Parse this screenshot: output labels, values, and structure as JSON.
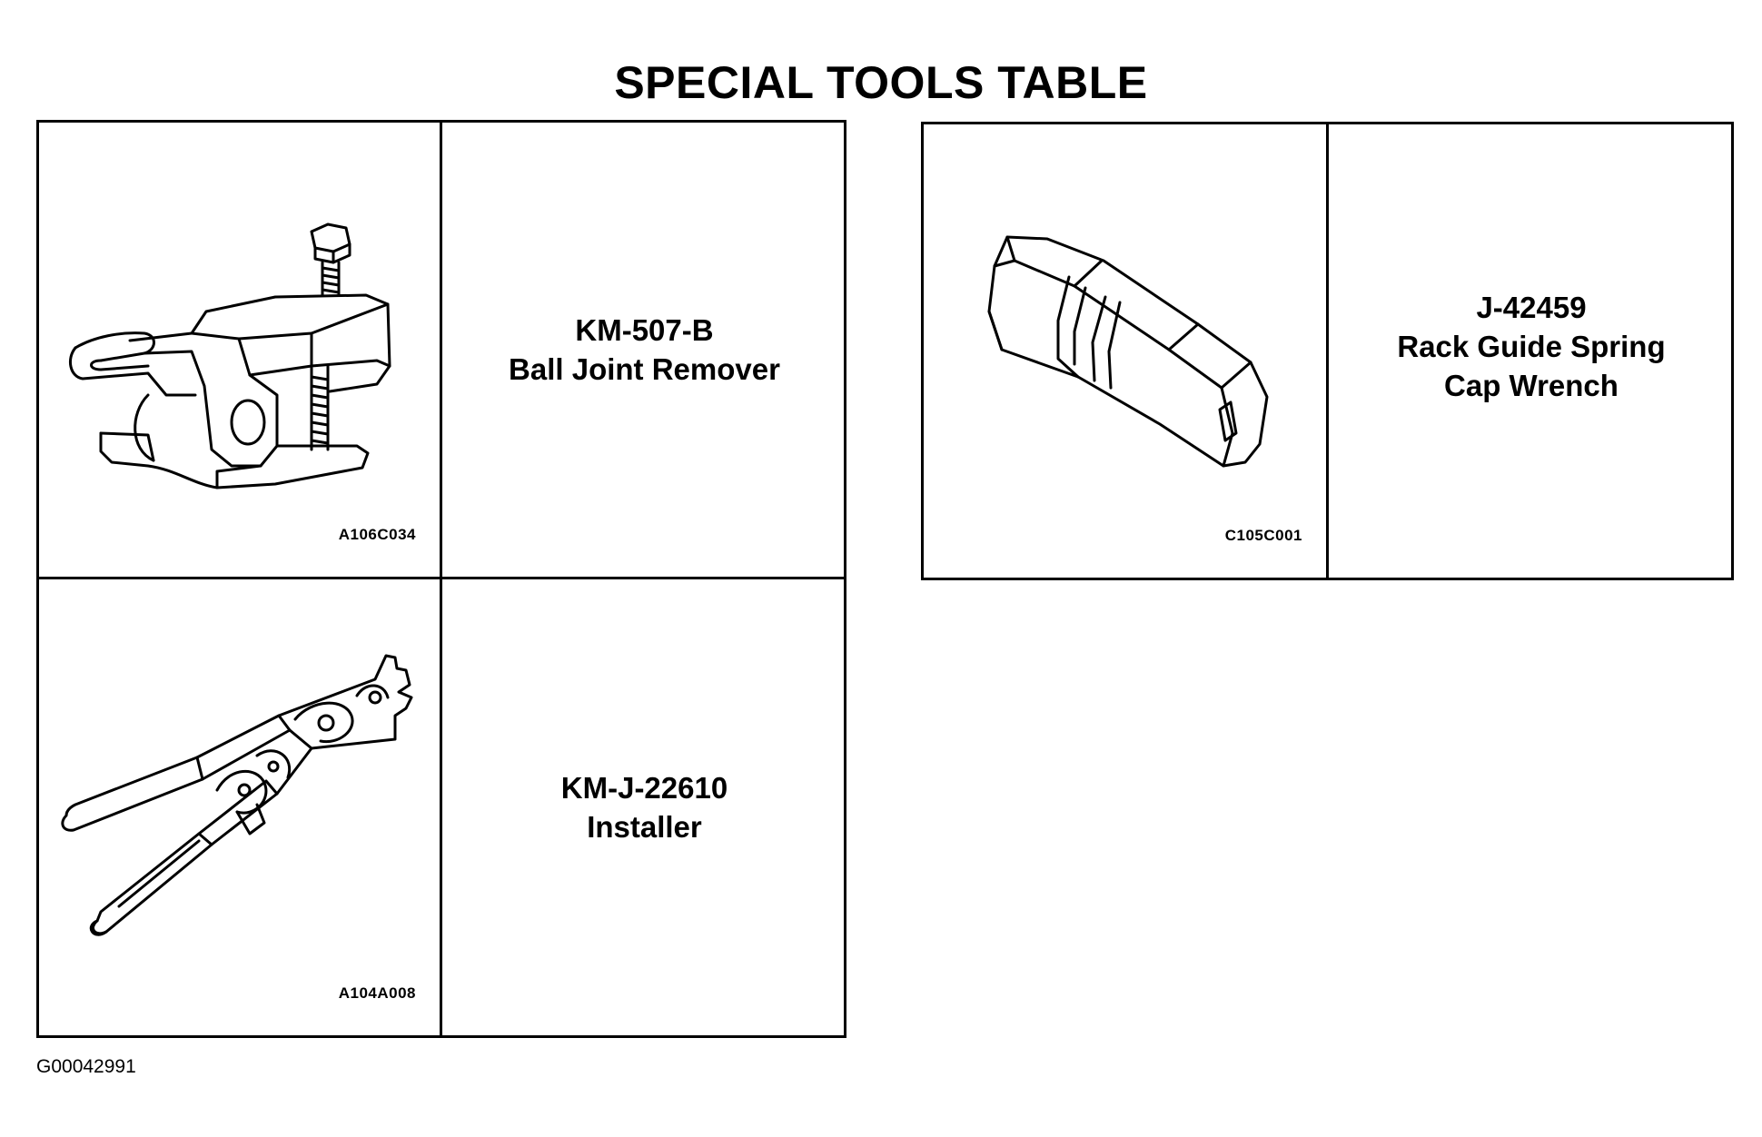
{
  "title": "SPECIAL TOOLS TABLE",
  "tools": [
    {
      "number": "KM-507-B",
      "name_lines": [
        "Ball Joint Remover"
      ],
      "image_code": "A106C034",
      "icon": "ball-joint-remover-icon"
    },
    {
      "number": "KM-J-22610",
      "name_lines": [
        "Installer"
      ],
      "image_code": "A104A008",
      "icon": "installer-pliers-icon"
    },
    {
      "number": "J-42459",
      "name_lines": [
        "Rack Guide Spring",
        "Cap Wrench"
      ],
      "image_code": "C105C001",
      "icon": "cap-wrench-socket-icon"
    }
  ],
  "figure_id": "G00042991"
}
